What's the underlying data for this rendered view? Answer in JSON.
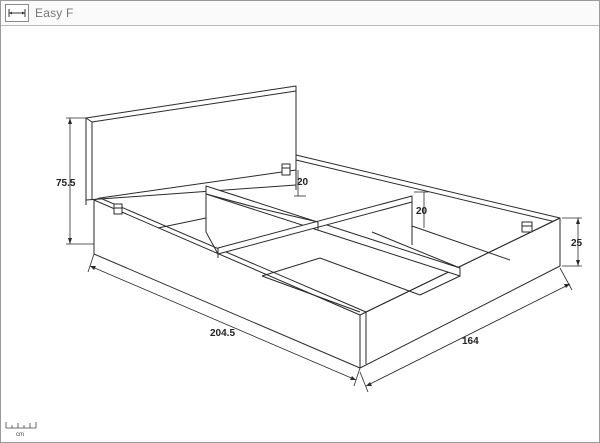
{
  "header": {
    "title": "Easy F",
    "icon": "dimension-width-icon"
  },
  "dimensions": {
    "height_headboard": "75.5",
    "length": "204.5",
    "width": "164",
    "frame_height": "25",
    "divider_height_left": "20",
    "divider_height_right": "20"
  },
  "scale": {
    "unit": "cm",
    "icon": "ruler-icon"
  }
}
